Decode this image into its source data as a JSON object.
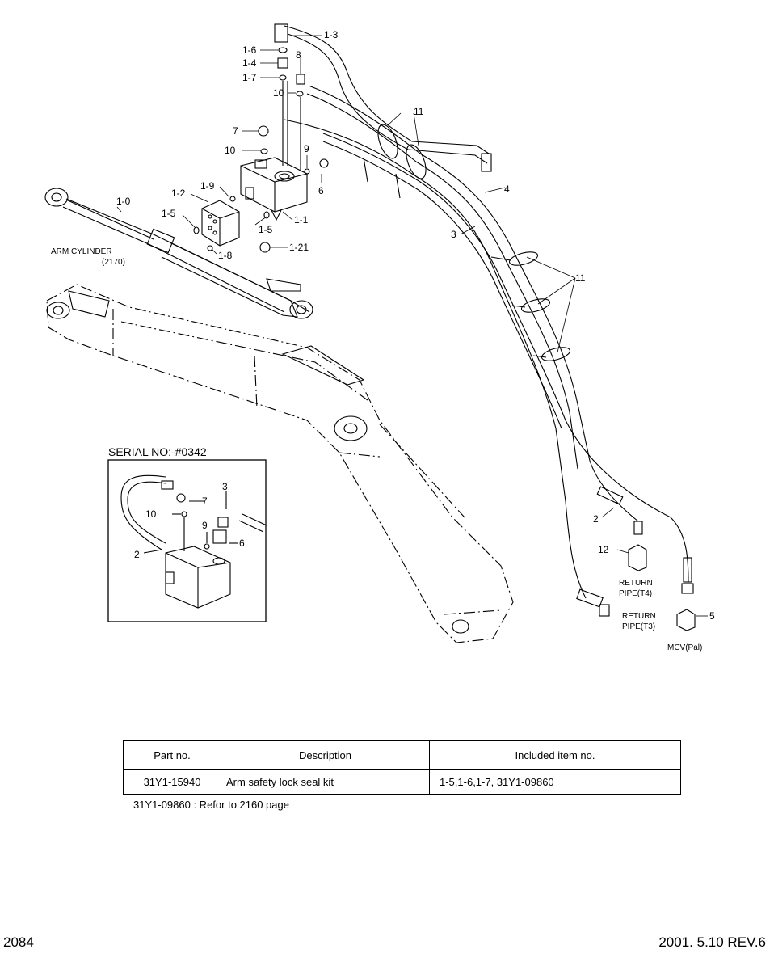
{
  "diagram": {
    "labels": {
      "l1_3": "1-3",
      "l1_6": "1-6",
      "l1_4": "1-4",
      "l1_7": "1-7",
      "l8": "8",
      "l10a": "10",
      "l11a": "11",
      "l7": "7",
      "l10b": "10",
      "l9": "9",
      "l6": "6",
      "l1_9": "1-9",
      "l1_2": "1-2",
      "l1_0": "1-0",
      "l1_5a": "1-5",
      "l1_5b": "1-5",
      "l1_1": "1-1",
      "l1_21": "1-21",
      "l1_8": "1-8",
      "l4": "4",
      "l3": "3",
      "l11b": "11",
      "arm_cyl": "ARM CYLINDER",
      "arm_cyl_ref": "(2170)",
      "l2": "2",
      "l12": "12",
      "ret_t4_a": "RETURN",
      "ret_t4_b": "PIPE(T4)",
      "ret_t3_a": "RETURN",
      "ret_t3_b": "PIPE(T3)",
      "l5": "5",
      "mcv": "MCV(Pal)"
    },
    "inset": {
      "title": "SERIAL NO:-#0342",
      "l7": "7",
      "l3": "3",
      "l10": "10",
      "l9": "9",
      "l6": "6",
      "l2": "2"
    }
  },
  "table": {
    "headers": [
      "Part no.",
      "Description",
      "Included item no."
    ],
    "rows": [
      [
        "31Y1-15940",
        "Arm safety lock seal kit",
        "1-5,1-6,1-7, 31Y1-09860"
      ]
    ]
  },
  "note": "31Y1-09860 : Refor to 2160 page",
  "footer": {
    "page_number": "2084",
    "revision": "2001. 5.10  REV.6"
  }
}
